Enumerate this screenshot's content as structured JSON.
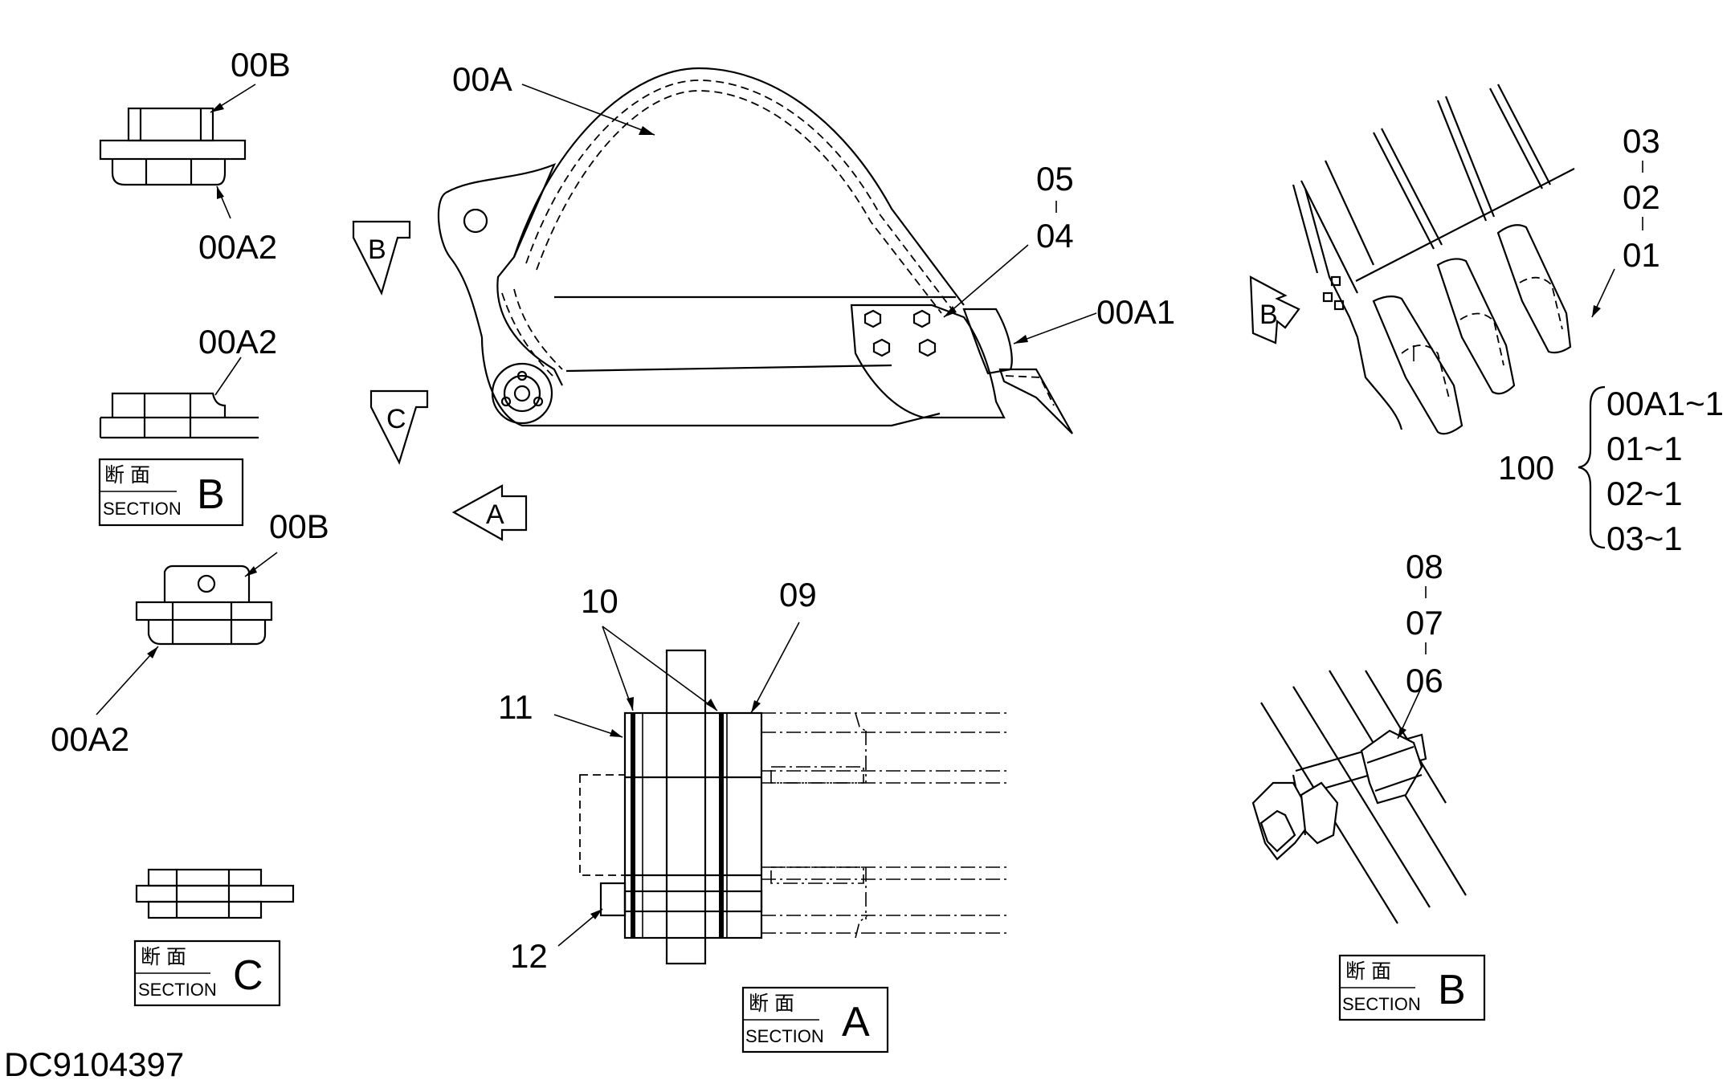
{
  "drawing_code": "DC9104397",
  "labels": {
    "l00A": "00A",
    "l00B_top": "00B",
    "l00A2_top": "00A2",
    "l00A2_mid": "00A2",
    "l00B_mid": "00B",
    "l00A2_bot": "00A2",
    "l05": "05",
    "l04": "04",
    "l00A1": "00A1",
    "l03": "03",
    "l02": "02",
    "l01": "01",
    "l100": "100",
    "l10": "10",
    "l09": "09",
    "l11": "11",
    "l12": "12",
    "l08": "08",
    "l07": "07",
    "l06": "06"
  },
  "kit_list": [
    "00A1~1",
    "01~1",
    "02~1",
    "03~1"
  ],
  "view_arrows": {
    "b_main": "B",
    "c_main": "C",
    "a_main": "A",
    "b_right": "B"
  },
  "sections": {
    "kanji": "断  面",
    "english": "SECTION",
    "left_b": "B",
    "left_c": "C",
    "center_a": "A",
    "right_b": "B"
  }
}
